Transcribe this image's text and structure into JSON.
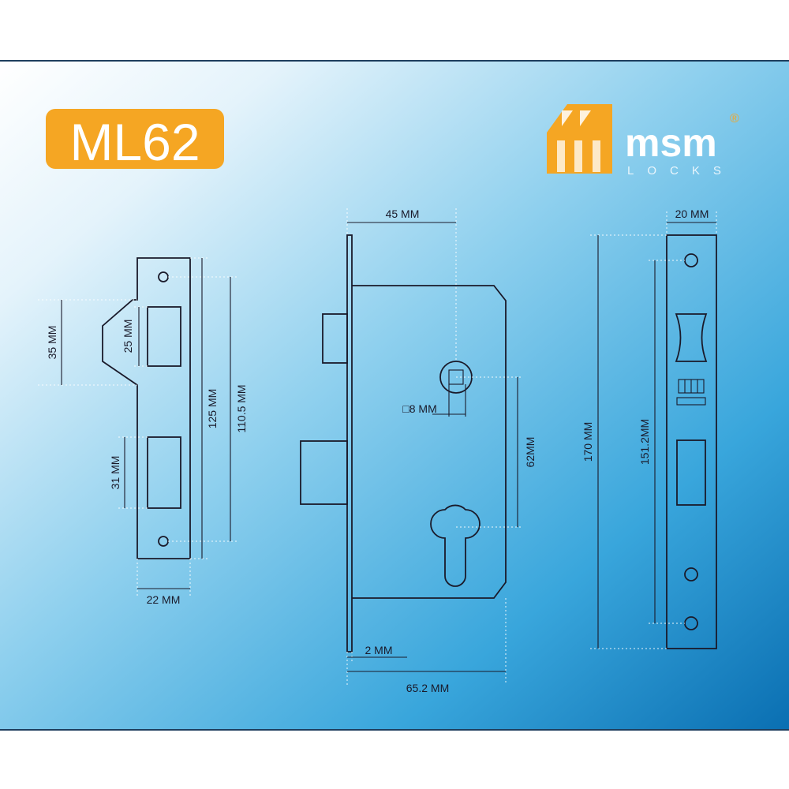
{
  "model": "ML62",
  "brand": {
    "name": "msm",
    "sub": "LOCKS",
    "reg": "®",
    "primary_color": "#f5a623",
    "logo_text_color": "#ffffff"
  },
  "colors": {
    "badge": "#f5a623",
    "background_light": "#ffffff",
    "background_dark": "#1076b8",
    "stroke": "#1a1a2a"
  },
  "strike_plate": {
    "width": "22 MM",
    "hole_spacing": "110.5 MM",
    "height": "125 MM",
    "lip": "35 MM",
    "latch_slot": "25 MM",
    "bolt_slot": "31 MM"
  },
  "lock_body": {
    "backset": "45 MM",
    "spindle": "8 MM",
    "spindle_symbol": "□",
    "centre_distance": "62MM",
    "faceplate_thickness": "2 MM",
    "depth": "65.2 MM"
  },
  "faceplate": {
    "width": "20 MM",
    "height": "170 MM",
    "hole_spacing": "151.2MM"
  }
}
